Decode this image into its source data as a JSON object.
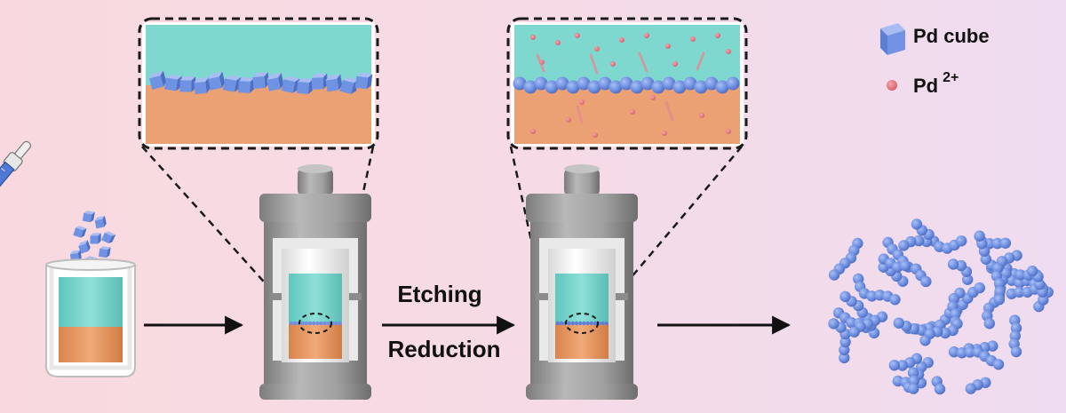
{
  "legend": {
    "cube_label": "Pd cube",
    "ion_label": "Pd",
    "ion_superscript": "2+"
  },
  "steps": {
    "step_top": "Etching",
    "step_bottom": "Reduction"
  },
  "colors": {
    "cube": "#6f8fe0",
    "ion": "#e0707a",
    "liquid_top": "#7fd8cf",
    "liquid_bottom": "#e8a06c",
    "reactor": "#9a9a9a"
  }
}
